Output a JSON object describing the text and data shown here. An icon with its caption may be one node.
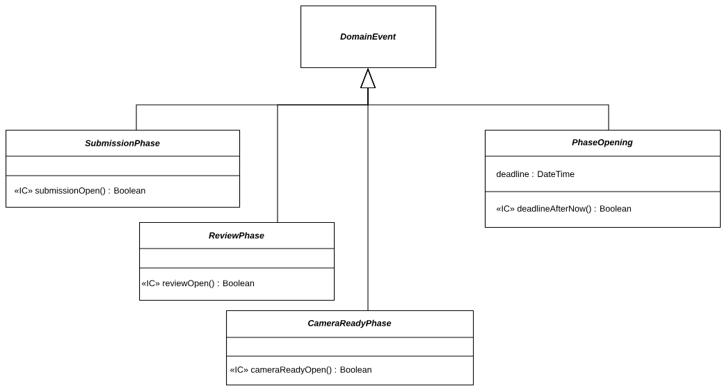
{
  "diagram": {
    "nodes": [
      {
        "text": [
          "DomainEvent"
        ]
      },
      {
        "text": [
          "SubmissionPhase",
          "«IC» submissionOpen() : Boolean"
        ]
      },
      {
        "text": [
          "PhaseOpening",
          "deadline : DateTime",
          "«IC» deadlineAfterNow() : Boolean"
        ]
      },
      {
        "text": [
          "ReviewPhase",
          "«IC» reviewOpen() : Boolean"
        ]
      },
      {
        "text": [
          "CameraReadyPhase",
          "«IC» cameraReadyOpen() : Boolean"
        ]
      }
    ],
    "edges": [
      {
        "from": 1,
        "to": 0,
        "arrow": "to"
      },
      {
        "from": 3,
        "to": 0,
        "arrow": "to"
      },
      {
        "from": 4,
        "to": 0,
        "arrow": "to"
      },
      {
        "from": 2,
        "to": 0,
        "arrow": "to"
      }
    ]
  }
}
